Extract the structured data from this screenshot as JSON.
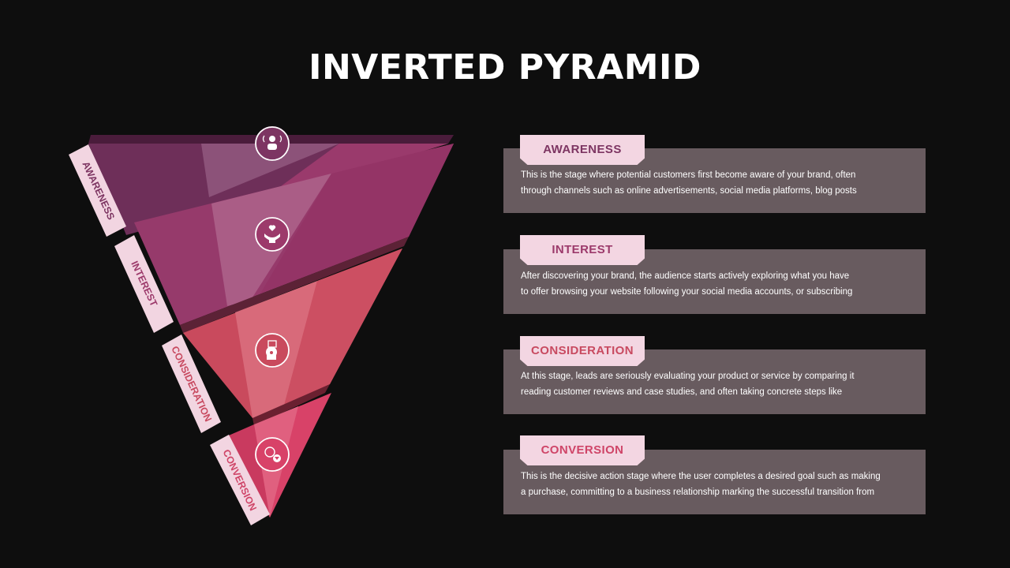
{
  "title": "INVERTED PYRAMID",
  "stages": [
    {
      "label": "AWARENESS",
      "side_label": "AWARENESS",
      "description_lines": [
        "This is the stage where potential customers first become aware of your brand, often",
        "through channels such as online advertisements, social media platforms, blog posts"
      ],
      "icon": "idea-person-icon",
      "color": "#7d3562",
      "text_color": "#7d3562"
    },
    {
      "label": "INTEREST",
      "side_label": "INTEREST",
      "description_lines": [
        "After discovering your brand, the audience starts actively exploring what you have",
        "to offer browsing your website following your social media accounts, or subscribing"
      ],
      "icon": "hands-heart-icon",
      "color": "#a03d6e",
      "text_color": "#9c3a6b"
    },
    {
      "label": "CONSIDERATION",
      "side_label": "CONSIDERATION",
      "description_lines": [
        "At this stage, leads are seriously evaluating your product or service by comparing it",
        "reading customer reviews and case studies, and often taking concrete steps like"
      ],
      "icon": "head-gears-icon",
      "color": "#cc4f62",
      "text_color": "#c84a60"
    },
    {
      "label": "CONVERSION",
      "side_label": "CONVERSION",
      "description_lines": [
        "This is the decisive action stage where the user completes a desired goal such as making",
        "a purchase, committing to a business relationship marking the successful transition from"
      ],
      "icon": "coin-funnel-icon",
      "color": "#d9456e",
      "text_color": "#cf4568"
    }
  ]
}
